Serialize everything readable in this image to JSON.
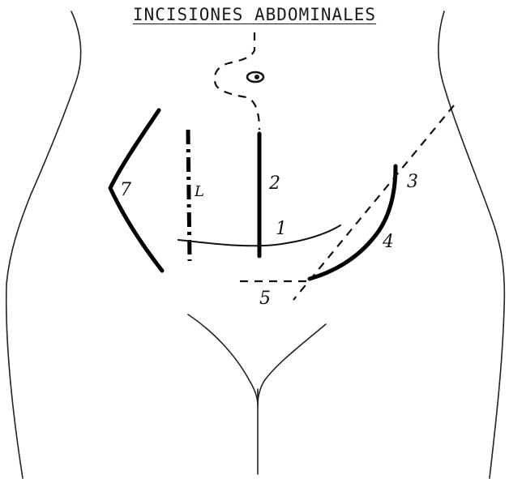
{
  "title": "INCISIONES ABDOMINALES",
  "labels": {
    "l1": "1",
    "l2": "2",
    "l3": "3",
    "l4": "4",
    "l5": "5",
    "l6": "L",
    "l7": "7"
  },
  "colors": {
    "ink": "#000000",
    "background": "#ffffff"
  }
}
